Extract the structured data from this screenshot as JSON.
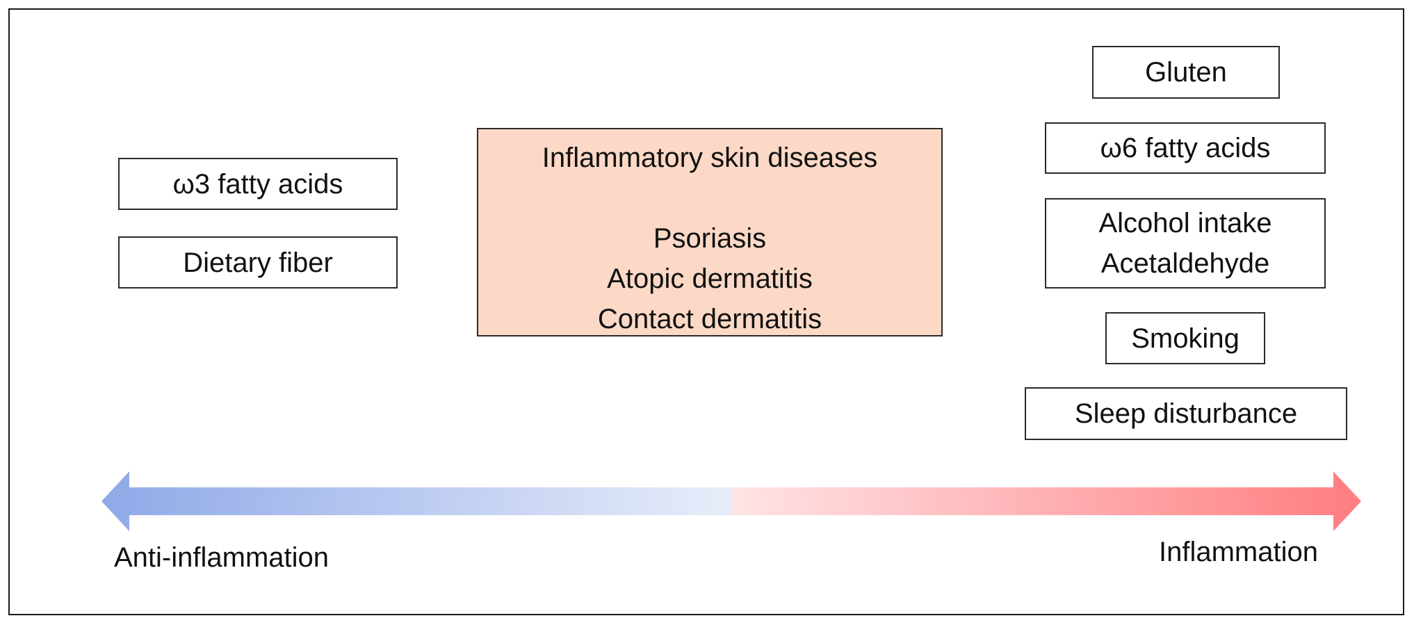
{
  "left_factors": [
    {
      "lines": [
        "ω3 fatty acids"
      ]
    },
    {
      "lines": [
        "Dietary fiber"
      ]
    }
  ],
  "center": {
    "title": "Inflammatory skin diseases",
    "diseases": [
      "Psoriasis",
      "Atopic dermatitis",
      "Contact dermatitis"
    ]
  },
  "right_factors": [
    {
      "lines": [
        "Gluten"
      ]
    },
    {
      "lines": [
        "ω6 fatty acids"
      ]
    },
    {
      "lines": [
        "Alcohol intake",
        "Acetaldehyde"
      ]
    },
    {
      "lines": [
        "Smoking"
      ]
    },
    {
      "lines": [
        "Sleep disturbance"
      ]
    }
  ],
  "axis": {
    "left_label": "Anti-inflammation",
    "right_label": "Inflammation",
    "left_color": "#8fa9e8",
    "right_color": "#ff7d80",
    "center_color": "#ffffff"
  },
  "colors": {
    "disease_box_fill": "#fbd9c6"
  }
}
